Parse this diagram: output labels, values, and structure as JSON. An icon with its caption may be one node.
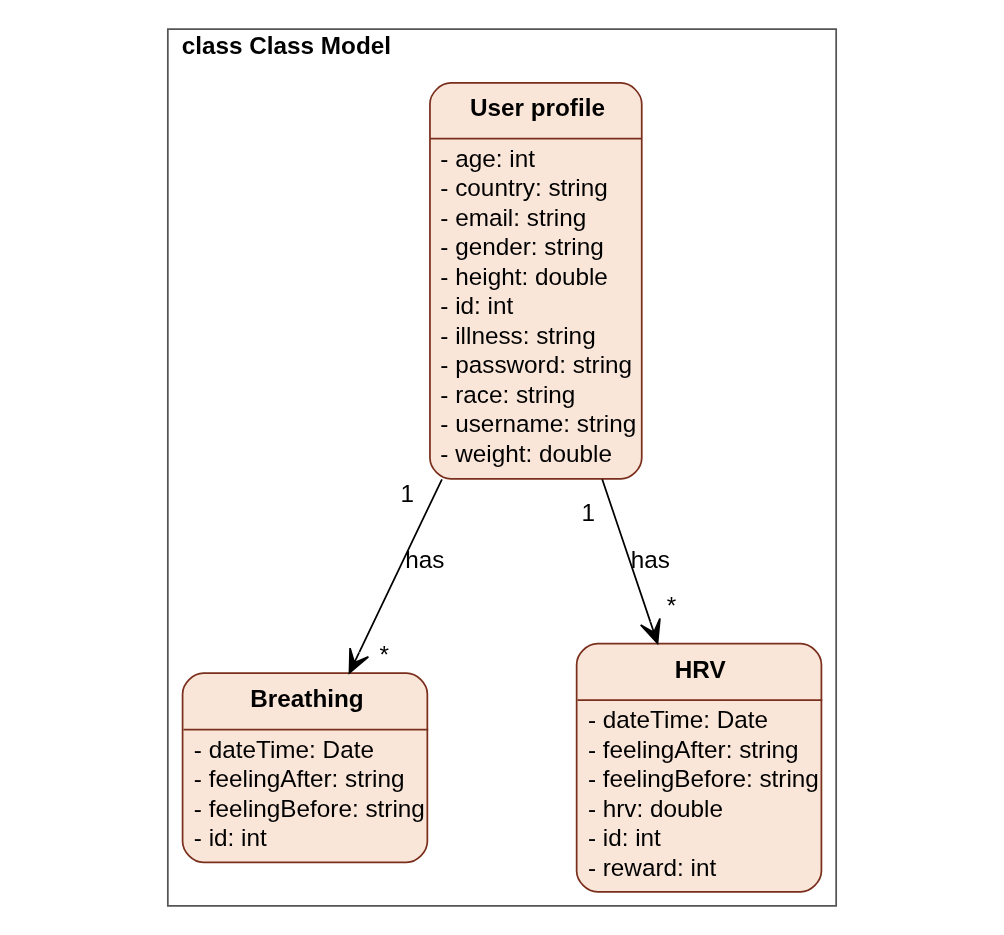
{
  "diagram": {
    "nodes": [
      {
        "text": [
          "class Class Model"
        ]
      },
      {
        "text": [
          "User profile",
          "- age: int",
          "- country: string",
          "- email: string",
          "- gender: string",
          "- height: double",
          "- id: int",
          "- illness: string",
          "- password: string",
          "- race: string",
          "- username: string",
          "- weight: double"
        ],
        "in": 0
      },
      {
        "text": [
          "Breathing",
          "- dateTime: Date",
          "- feelingAfter: string",
          "- feelingBefore: string",
          "- id: int"
        ],
        "in": 0
      },
      {
        "text": [
          "HRV",
          "- dateTime: Date",
          "- feelingAfter: string",
          "- feelingBefore: string",
          "- hrv: double",
          "- id: int",
          "- reward: int"
        ],
        "in": 0
      }
    ],
    "edges": [
      {
        "from": 1,
        "to": 2,
        "arrow": "to",
        "label": "has"
      },
      {
        "from": 1,
        "to": 3,
        "arrow": "to",
        "label": "has"
      }
    ],
    "labels": [
      "1",
      "*",
      "1",
      "*"
    ]
  }
}
